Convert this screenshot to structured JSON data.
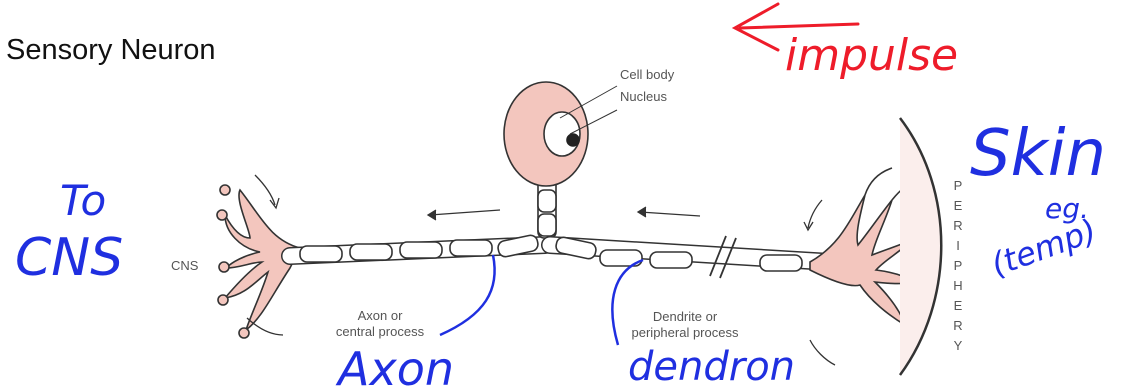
{
  "title": "Sensory Neuron",
  "labels": {
    "cell_body": "Cell body",
    "nucleus": "Nucleus",
    "cns": "CNS",
    "axon_line1": "Axon or",
    "axon_line2": "central process",
    "dendrite_line1": "Dendrite or",
    "dendrite_line2": "peripheral process",
    "periphery": [
      "P",
      "E",
      "R",
      "I",
      "P",
      "H",
      "E",
      "R",
      "Y"
    ]
  },
  "annotations": {
    "impulse": "impulse",
    "to": "To",
    "cns": "CNS",
    "skin": "Skin",
    "eg": "eg.",
    "temp": "(temp)",
    "axon": "Axon",
    "dendron": "dendron"
  },
  "colors": {
    "neuron_fill": "#f3c6be",
    "neuron_stroke": "#333333",
    "ink_blue": "#1f2fe0",
    "ink_red": "#ee1c2a"
  }
}
